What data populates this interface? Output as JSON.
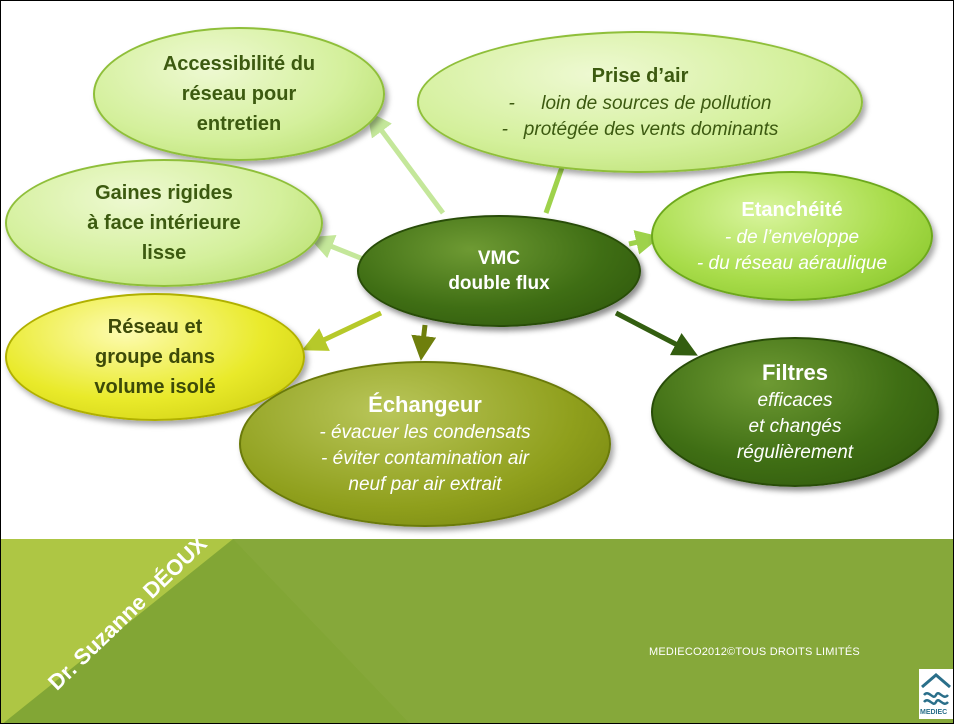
{
  "center": {
    "line1": "VMC",
    "line2": "double flux"
  },
  "nodes": {
    "acces": {
      "lines": [
        "Accessibilité du",
        "réseau pour",
        "entretien"
      ]
    },
    "prise": {
      "title": "Prise d’air",
      "items": [
        "-     loin de sources de pollution",
        "-   protégée des vents dominants"
      ]
    },
    "gaines": {
      "lines": [
        "Gaines rigides",
        "à face intérieure",
        "lisse"
      ]
    },
    "etanch": {
      "title": "Etanchéité",
      "items": [
        "- de l’enveloppe",
        "- du réseau aéraulique"
      ]
    },
    "reseau": {
      "lines": [
        "Réseau et",
        "groupe dans",
        "volume isolé"
      ]
    },
    "filtres": {
      "title": "Filtres",
      "items": [
        "efficaces",
        "et changés",
        "régulièrement"
      ]
    },
    "echangeur": {
      "title": "Échangeur",
      "items": [
        "- évacuer les condensats",
        "- éviter contamination air",
        "neuf par air extrait"
      ]
    }
  },
  "footer": {
    "author": "Dr. Suzanne DÉOUX",
    "copyright": "MEDIECO2012©TOUS DROITS LIMITÉS",
    "logo_label": "MEDIEC"
  },
  "colors": {
    "light": "#d4f09c",
    "lime": "#a8dc4a",
    "yellow": "#e9ea2a",
    "olive": "#8f9f1c",
    "dark": "#3f6e14",
    "footer": "#86a83a"
  }
}
